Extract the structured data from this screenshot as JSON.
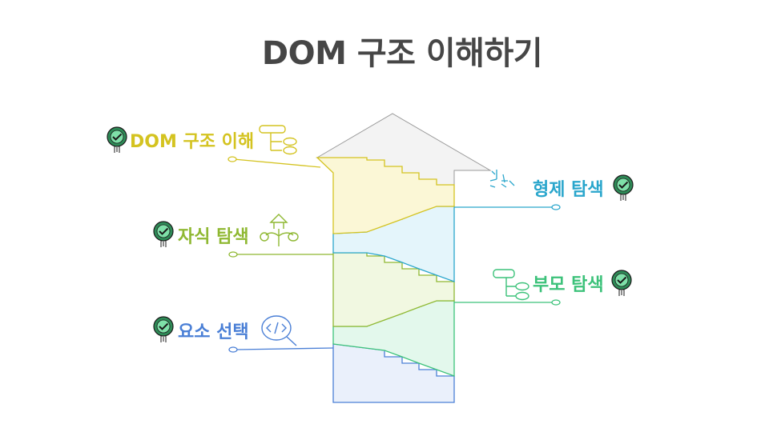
{
  "title": "DOM 구조 이해하기",
  "steps": [
    {
      "label": "DOM 구조 이해",
      "color": "#d4c320",
      "icon": "hierarchy-diagram-icon"
    },
    {
      "label": "형제 탐색",
      "color": "#2aa6cc",
      "icon": "sibling-sketch-icon"
    },
    {
      "label": "자식 탐색",
      "color": "#8fb832",
      "icon": "tree-branch-icon"
    },
    {
      "label": "부모 탐색",
      "color": "#3cc27a",
      "icon": "parent-node-icon"
    },
    {
      "label": "요소 선택",
      "color": "#4a7fd6",
      "icon": "code-search-icon"
    }
  ],
  "check_icon": "check-badge-icon"
}
